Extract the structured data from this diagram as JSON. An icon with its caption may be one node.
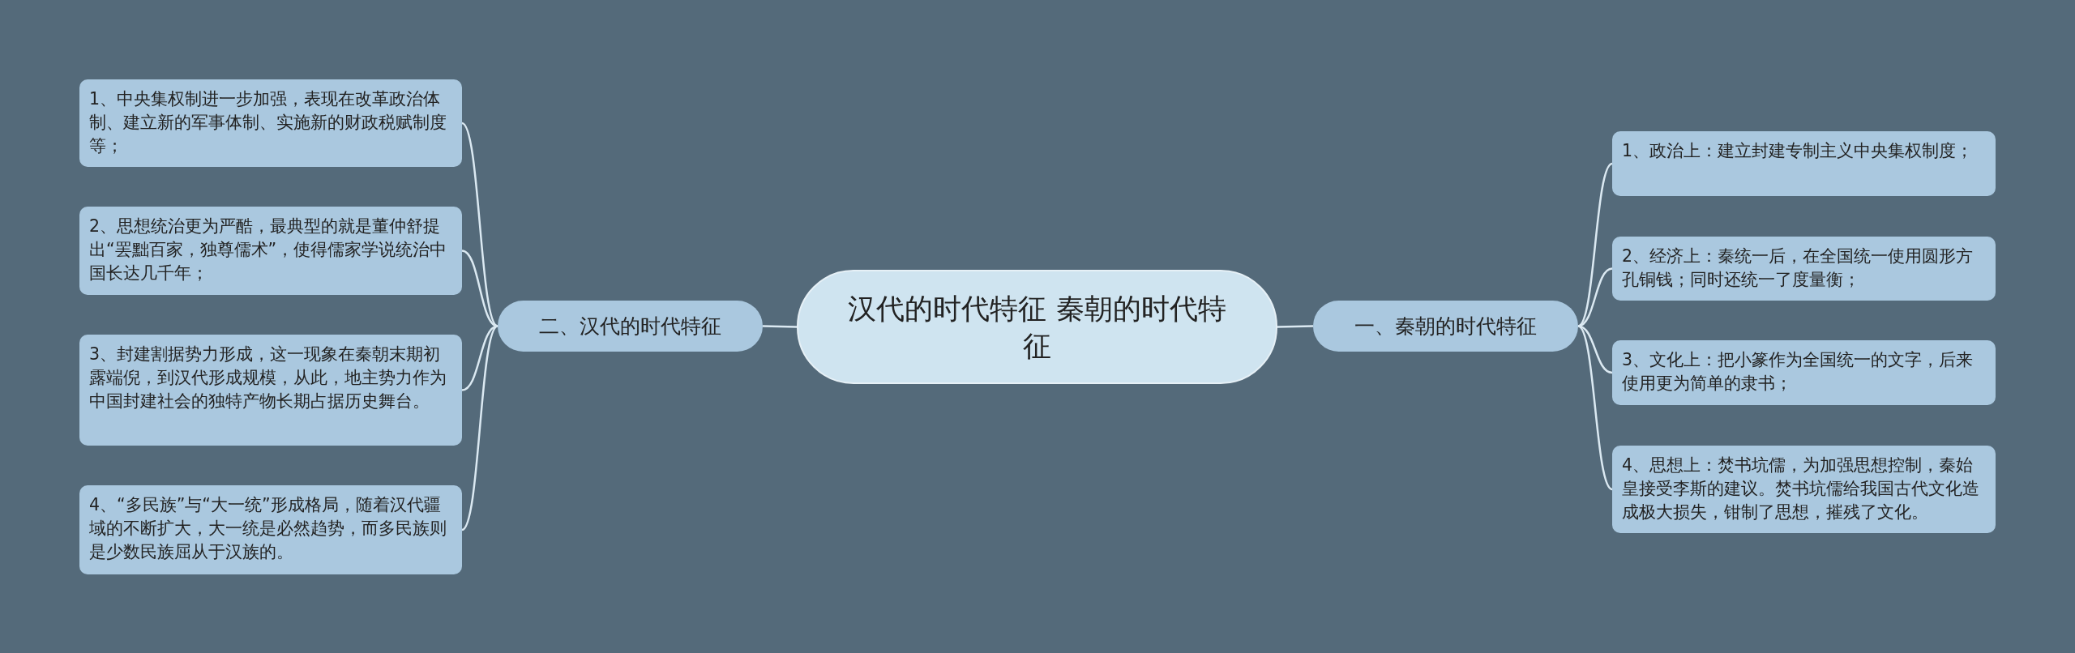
{
  "diagram": {
    "nodes": [
      {
        "text": [
          "汉代的时代特征 秦朝的时代特征"
        ]
      },
      {
        "text": [
          "一、秦朝的时代特征"
        ]
      },
      {
        "text": [
          "1、政治上：建立封建专制主义中央集权制度；"
        ]
      },
      {
        "text": [
          "2、经济上：秦统一后，在全国统一使用圆形方孔铜钱；同时还统一了度量衡；"
        ]
      },
      {
        "text": [
          "3、文化上：把小篆作为全国统一的文字，后来使用更为简单的隶书；"
        ]
      },
      {
        "text": [
          "4、思想上：焚书坑儒，为加强思想控制，秦始皇接受李斯的建议。焚书坑儒给我国古代文化造成极大损失，钳制了思想，摧残了文化。"
        ]
      },
      {
        "text": [
          "二、汉代的时代特征"
        ]
      },
      {
        "text": [
          "1、中央集权制进一步加强，表现在改革政治体制、建立新的军事体制、实施新的财政税赋制度等；"
        ]
      },
      {
        "text": [
          "2、思想统治更为严酷，最典型的就是董仲舒提出“罢黜百家，独尊儒术”，使得儒家学说统治中国长达几千年；"
        ]
      },
      {
        "text": [
          "3、封建割据势力形成，这一现象在秦朝末期初露端倪，到汉代形成规模，从此，地主势力作为中国封建社会的独特产物长期占据历史舞台。"
        ]
      },
      {
        "text": [
          "4、“多民族”与“大一统”形成格局，随着汉代疆域的不断扩大，大一统是必然趋势，而多民族则是少数民族屈从于汉族的。"
        ]
      }
    ],
    "edges": [
      {
        "from": 0,
        "to": 1,
        "arrow": "none"
      },
      {
        "from": 1,
        "to": 2,
        "arrow": "none"
      },
      {
        "from": 1,
        "to": 3,
        "arrow": "none"
      },
      {
        "from": 1,
        "to": 4,
        "arrow": "none"
      },
      {
        "from": 1,
        "to": 5,
        "arrow": "none"
      },
      {
        "from": 0,
        "to": 6,
        "arrow": "none"
      },
      {
        "from": 6,
        "to": 7,
        "arrow": "none"
      },
      {
        "from": 6,
        "to": 8,
        "arrow": "none"
      },
      {
        "from": 6,
        "to": 9,
        "arrow": "none"
      },
      {
        "from": 6,
        "to": 10,
        "arrow": "none"
      }
    ]
  }
}
